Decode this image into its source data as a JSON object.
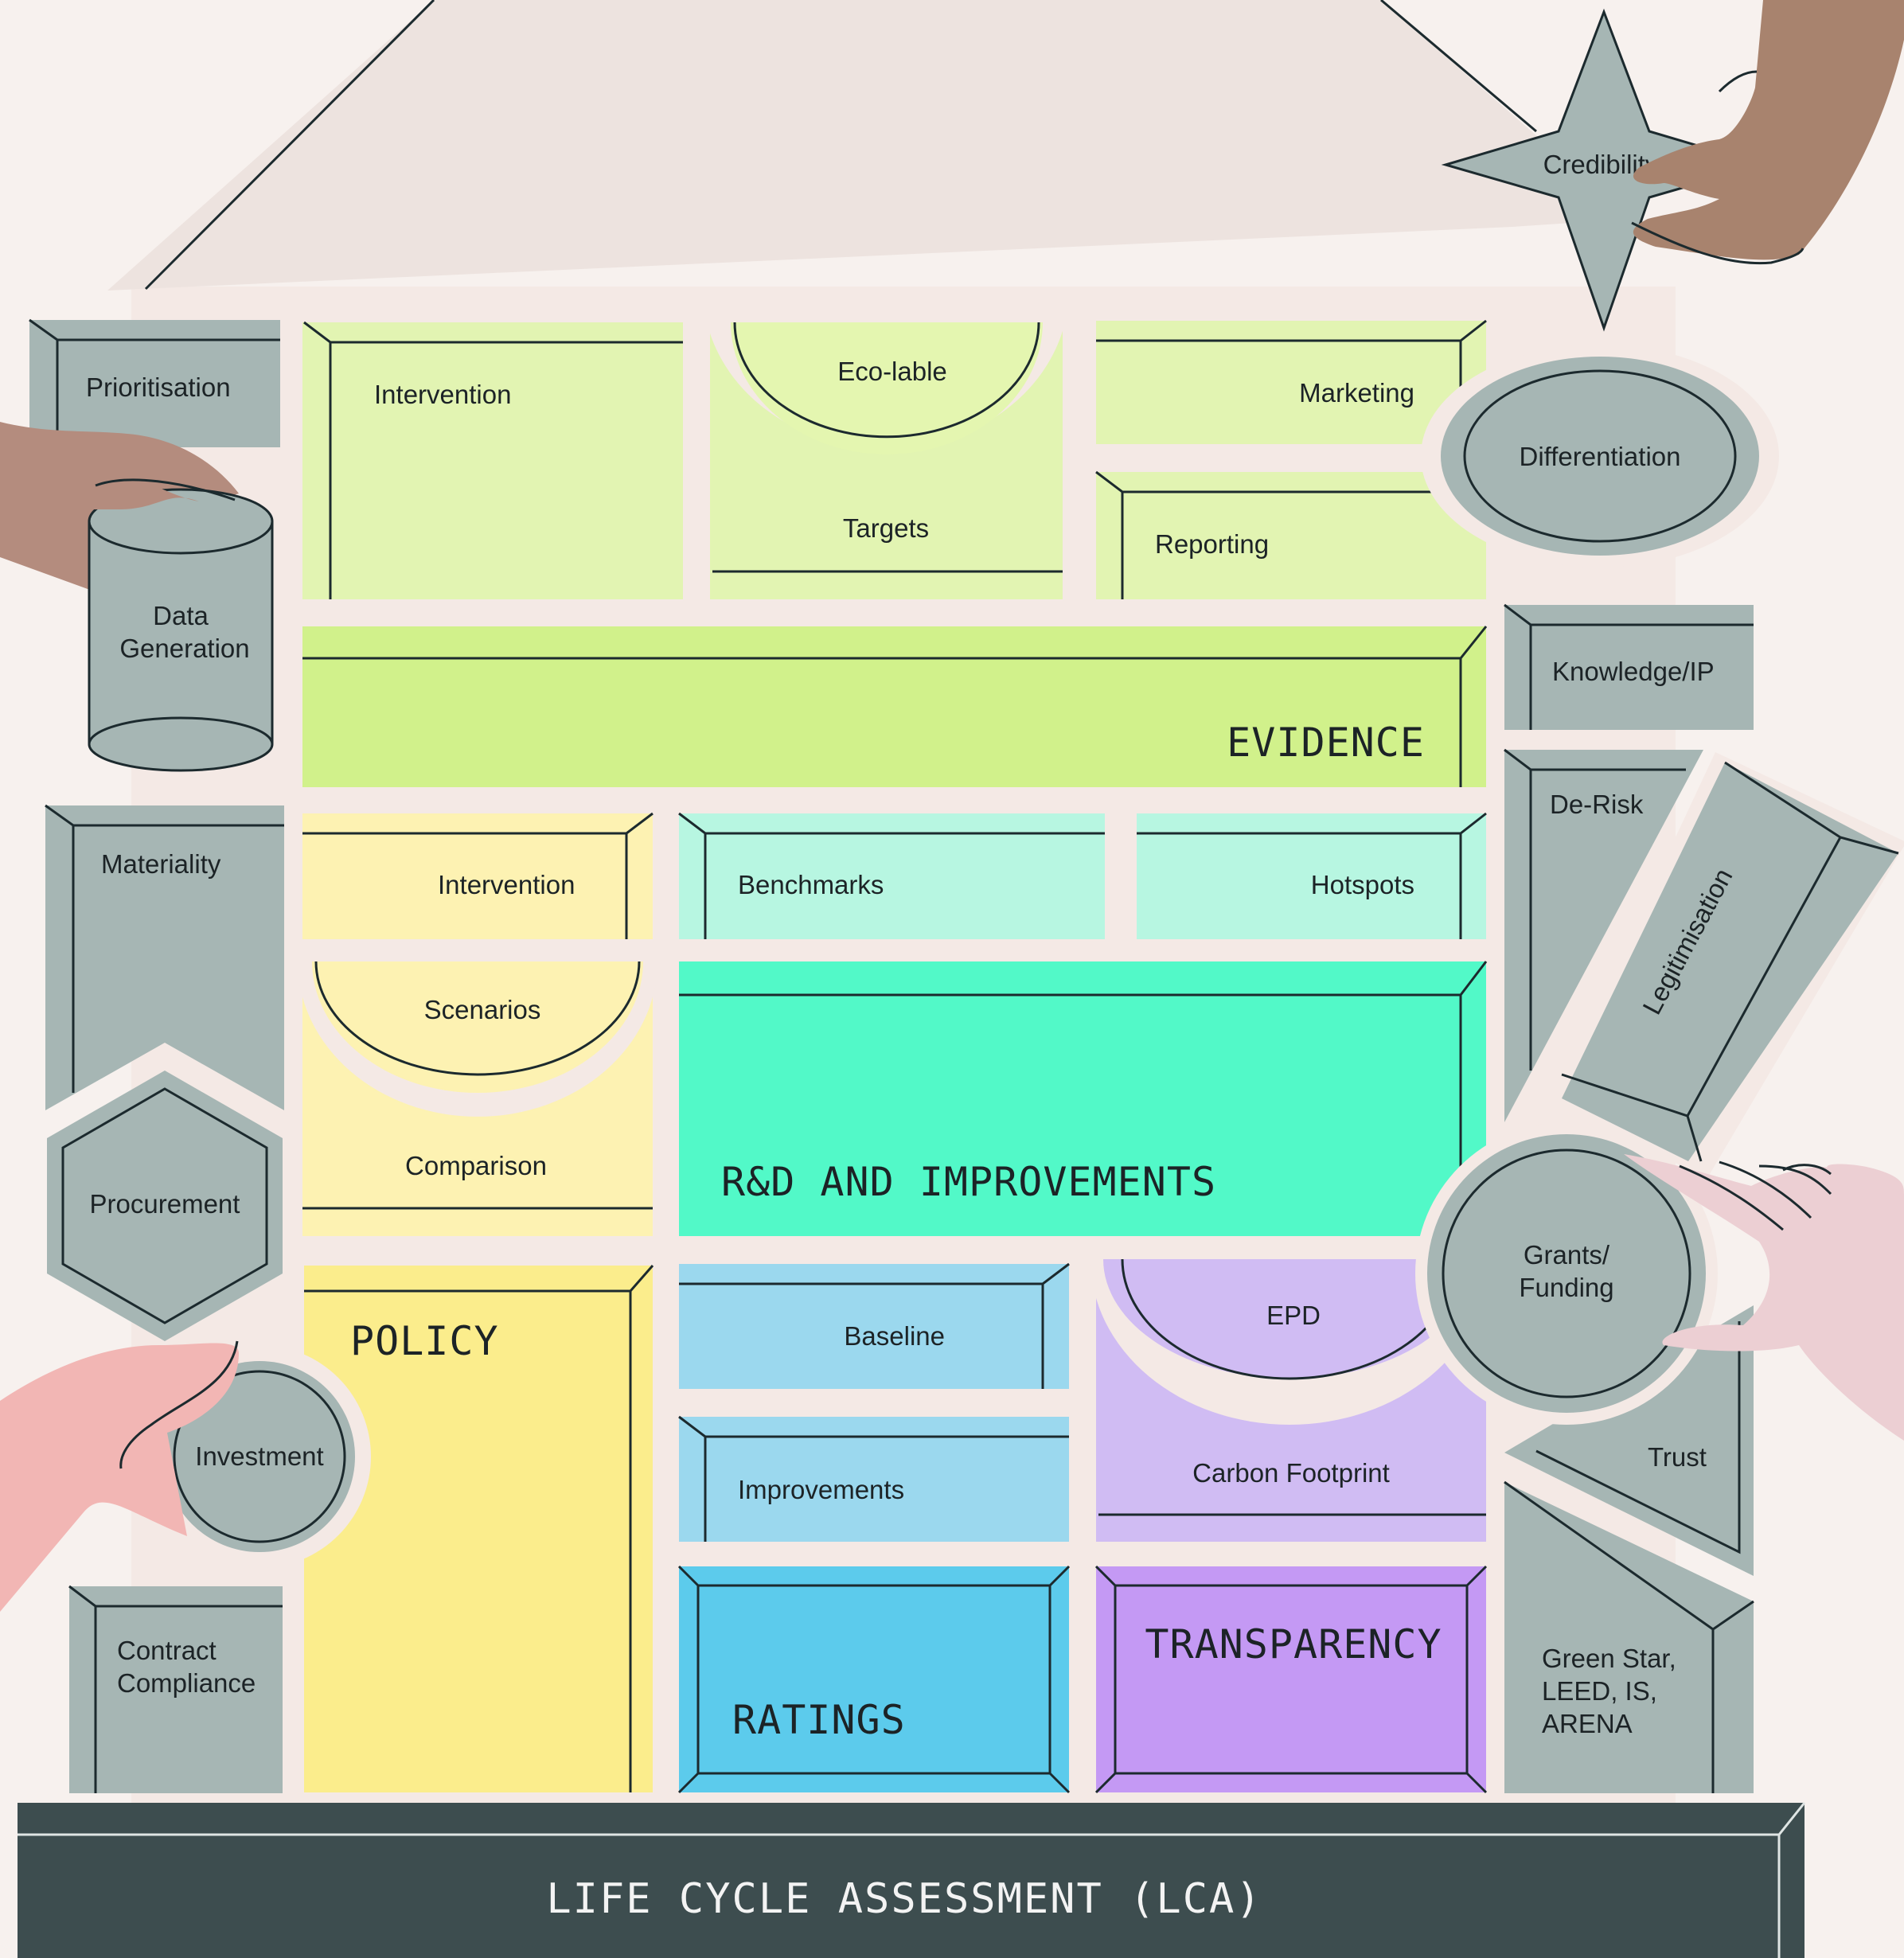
{
  "colors": {
    "background": "#f7f1ee",
    "roof": "#ede3df",
    "grey_block": "#a6b6b4",
    "light_lime": "#e2f4b2",
    "lime": "#d1f18b",
    "light_yellow": "#fdf2b2",
    "yellow": "#fbed8c",
    "light_mint": "#b7f6e1",
    "mint": "#52f9c8",
    "light_blue": "#9bd8ee",
    "blue": "#5ccbec",
    "light_purple": "#d0bcf3",
    "purple": "#c499f4",
    "foundation": "#3d4d4f"
  },
  "foundation": {
    "label": "LIFE CYCLE ASSESSMENT (LCA)"
  },
  "sections": {
    "evidence": {
      "label": "EVIDENCE",
      "blocks": [
        "Intervention",
        "Eco-lable",
        "Targets",
        "Marketing",
        "Reporting"
      ]
    },
    "rnd": {
      "label": "R&D AND IMPROVEMENTS",
      "blocks": [
        "Intervention",
        "Benchmarks",
        "Hotspots",
        "Scenarios",
        "Comparison"
      ]
    },
    "policy": {
      "label": "POLICY"
    },
    "ratings": {
      "label": "RATINGS",
      "blocks": [
        "Baseline",
        "Improvements"
      ]
    },
    "transparency": {
      "label": "TRANSPARENCY",
      "blocks": [
        "EPD",
        "Carbon Footprint"
      ]
    }
  },
  "benefits_left": {
    "prioritisation": "Prioritisation",
    "data_generation": [
      "Data",
      "Generation"
    ],
    "materiality": "Materiality",
    "procurement": "Procurement",
    "investment": "Investment",
    "contract_compliance": [
      "Contract",
      "Compliance"
    ]
  },
  "benefits_right": {
    "credibility": "Credibility",
    "differentiation": "Differentiation",
    "knowledge_ip": "Knowledge/IP",
    "de_risk": "De-Risk",
    "legitimisation": "Legitimisation",
    "grants_funding": [
      "Grants/",
      "Funding"
    ],
    "trust": "Trust",
    "rating_schemes": [
      "Green Star,",
      "LEED, IS,",
      "ARENA"
    ]
  }
}
